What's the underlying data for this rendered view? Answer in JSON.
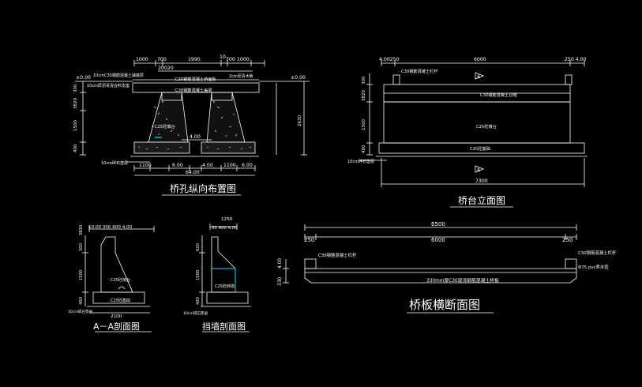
{
  "colors": {
    "background": "#000000",
    "line": "#ffffff",
    "accent_cyan": "#00e5ff",
    "title": "#ffffff"
  },
  "drawings": {
    "longitudinal": {
      "title": "桥孔纵向布置图",
      "dim_top": [
        "1000",
        "700",
        "1990",
        "10",
        "700",
        "1000"
      ],
      "dim_total": "20020",
      "level_left": "±0.00",
      "level_right": "±0.00",
      "label_c30_a": "C30钢筋混凝土桥面板",
      "label_c30_b": "C30钢筋混凝土盖梁",
      "label_pavement": "10cmC30钢筋混凝土铺装层",
      "label_bearing": "10cm厚沥青混合料支座",
      "label_gap": "2cm沥青木板",
      "label_c25": "C25砼墩台",
      "label_base": "10cm碎石垫层",
      "dim_left_v": [
        "300",
        "3820",
        "1500",
        "400"
      ],
      "dim_right_v": "2630",
      "dim_span": "4.00",
      "dim_bottom": [
        "1100",
        "6.00",
        "4.00",
        "1100",
        "6.00"
      ],
      "dim_total_bottom": "64.00"
    },
    "elevation": {
      "title": "桥台立面图",
      "dim_top_left": "4.00250",
      "dim_top_mid": "6000",
      "dim_top_right": "250 4.00",
      "label_rail": "C30钢筋混凝土栏杆",
      "label_cap": "C30钢筋混凝土台帽",
      "label_body": "C25砼墩台",
      "label_base": "C25砼基础",
      "label_gravel": "10cm碎石垫层",
      "marker_a_top": "A",
      "marker_a_bottom": "A",
      "dim_left_v": [
        "300",
        "3820",
        "1500",
        "400"
      ],
      "dim_bottom": "7300"
    },
    "section_aa": {
      "title": "A－A剖面图",
      "dim_top": "10.00 300 600 4.00",
      "dim_left_v": [
        "300",
        "3820",
        "1500",
        "400"
      ],
      "label_body": "C25砼墩台",
      "label_base": "C25砼基础",
      "label_gravel": "10cm碎石垫层",
      "dim_bottom": "2100"
    },
    "wingwall": {
      "title": "挡墙剖面图",
      "dim_top": "1250",
      "dim_top_sub": "50 600 4.00",
      "dim_left_v": [
        "620",
        "1500",
        "400"
      ],
      "label_body": "C25砼挡墙",
      "label_gravel": "10cm碎石垫层"
    },
    "slab": {
      "title": "桥板横断面图",
      "dim_total": "6500",
      "dim_left": "250",
      "dim_mid": "6000",
      "dim_right": "250",
      "label_left": "C30钢筋混凝土栏杆",
      "label_right": "C30钢筋混凝土栏杆",
      "label_pipe": "Φ75 pvc泄水管",
      "label_slab": "330mm厚C30现浇钢筋混凝土桥板",
      "dim_v": [
        "330",
        "4.00"
      ]
    }
  }
}
